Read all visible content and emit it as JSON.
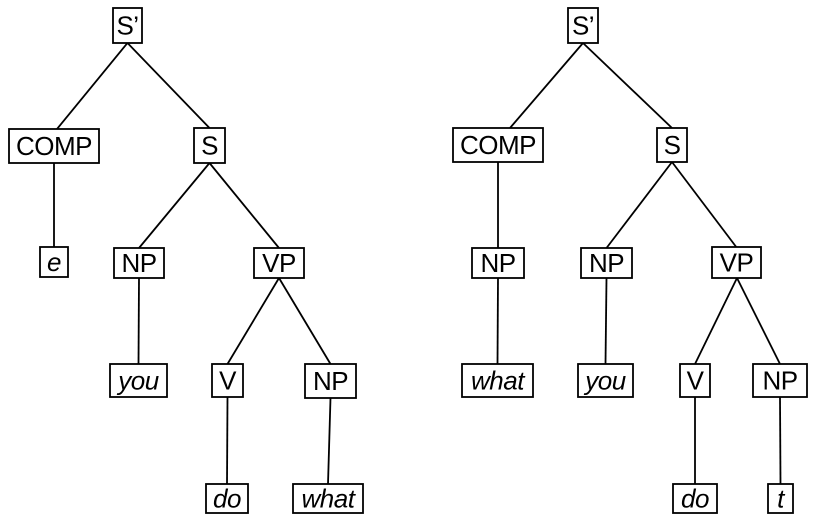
{
  "figure": {
    "background_color": "#ffffff",
    "line_color": "#000000",
    "text_color": "#000000",
    "box_fill_color": "#ffffff"
  },
  "trees": [
    {
      "name": "left-tree-deep-structure",
      "nodes": {
        "s_bar": "S’",
        "comp": "COMP",
        "s": "S",
        "e": "e",
        "np_subject": "NP",
        "vp": "VP",
        "you": "you",
        "v": "V",
        "np_object": "NP",
        "do": "do",
        "what": "what"
      },
      "edges": [
        "S’ → COMP",
        "S’ → S",
        "COMP → e",
        "S → NP",
        "S → VP",
        "NP → you",
        "VP → V",
        "VP → NP",
        "V → do",
        "NP → what"
      ]
    },
    {
      "name": "right-tree-surface-structure",
      "nodes": {
        "s_bar": "S’",
        "comp": "COMP",
        "s": "S",
        "np_comp": "NP",
        "what": "what",
        "np_subject": "NP",
        "you": "you",
        "vp": "VP",
        "v": "V",
        "np_object": "NP",
        "do": "do",
        "t": "t"
      },
      "edges": [
        "S’ → COMP",
        "S’ → S",
        "COMP → NP",
        "NP → what",
        "S → NP",
        "S → VP",
        "NP → you",
        "VP → V",
        "VP → NP",
        "V → do",
        "NP → t"
      ]
    }
  ]
}
